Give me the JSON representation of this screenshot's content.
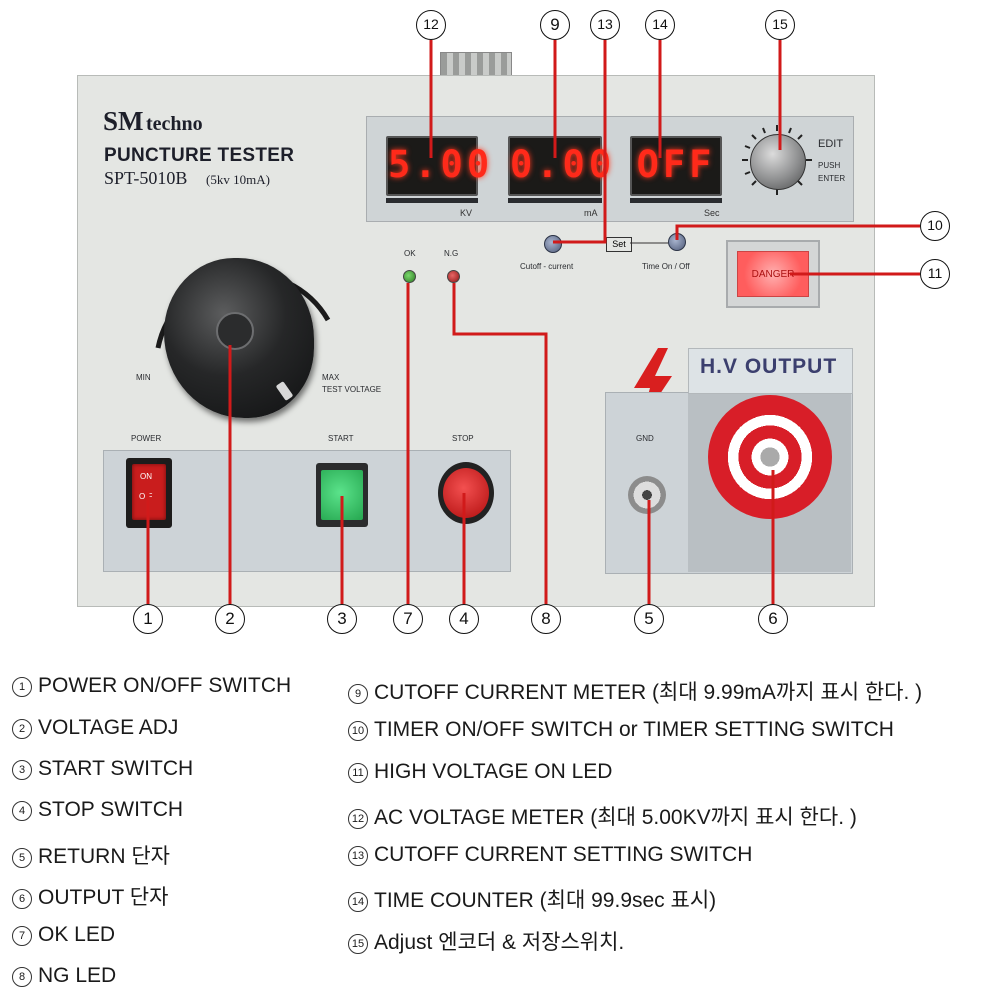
{
  "device": {
    "brand_main": "SM",
    "brand_tail": "techno",
    "title": "PUNCTURE TESTER",
    "model": "SPT-5010B",
    "model_spec": "(5kv 10mA)"
  },
  "displays": [
    {
      "value": "5.00",
      "unit": "KV"
    },
    {
      "value": "0.00",
      "unit": "mA"
    },
    {
      "value": "OFF",
      "unit": "Sec"
    }
  ],
  "panel_labels": {
    "edit": "EDIT",
    "push": "PUSH",
    "enter": "ENTER",
    "ok": "OK",
    "ng": "N.G",
    "cutoff_current": "Cutoff - current",
    "set": "Set",
    "time_on_off": "Time On / Off",
    "danger": "DANGER",
    "min": "MIN",
    "max": "MAX",
    "test_voltage": "TEST VOLTAGE",
    "power": "POWER",
    "start": "START",
    "stop": "STOP",
    "on": "ON",
    "off": "O F",
    "gnd": "GND",
    "hv_output": "H.V OUTPUT"
  },
  "callout_numbers": [
    "1",
    "2",
    "3",
    "4",
    "5",
    "6",
    "7",
    "8",
    "9",
    "10",
    "11",
    "12",
    "13",
    "14",
    "15"
  ],
  "legend_left": [
    {
      "mark": "1",
      "text": "POWER ON/OFF SWITCH"
    },
    {
      "mark": "2",
      "text": "VOLTAGE ADJ"
    },
    {
      "mark": "3",
      "text": "START SWITCH"
    },
    {
      "mark": "4",
      "text": "STOP SWITCH"
    },
    {
      "mark": "5",
      "text": "RETURN 단자"
    },
    {
      "mark": "6",
      "text": "OUTPUT 단자"
    },
    {
      "mark": "7",
      "text": "OK LED"
    },
    {
      "mark": "8",
      "text": "NG LED"
    }
  ],
  "legend_right": [
    {
      "mark": "9",
      "text": "CUTOFF CURRENT METER (최대 9.99mA까지 표시 한다. )"
    },
    {
      "mark": "10",
      "text": "TIMER ON/OFF SWITCH or TIMER SETTING SWITCH"
    },
    {
      "mark": "11",
      "text": "HIGH VOLTAGE ON LED"
    },
    {
      "mark": "12",
      "text": "AC VOLTAGE METER (최대 5.00KV까지 표시 한다. )"
    },
    {
      "mark": "13",
      "text": "CUTOFF CURRENT SETTING SWITCH"
    },
    {
      "mark": "14",
      "text": "TIME COUNTER (최대 99.9sec 표시)"
    },
    {
      "mark": "15",
      "text": "Adjust 엔코더 & 저장스위치."
    }
  ],
  "colors": {
    "panel": "#e4e6e3",
    "segment_red": "#ff2a1a",
    "leader_red": "#d11a1a",
    "hv_label": "#3b3f6e"
  }
}
